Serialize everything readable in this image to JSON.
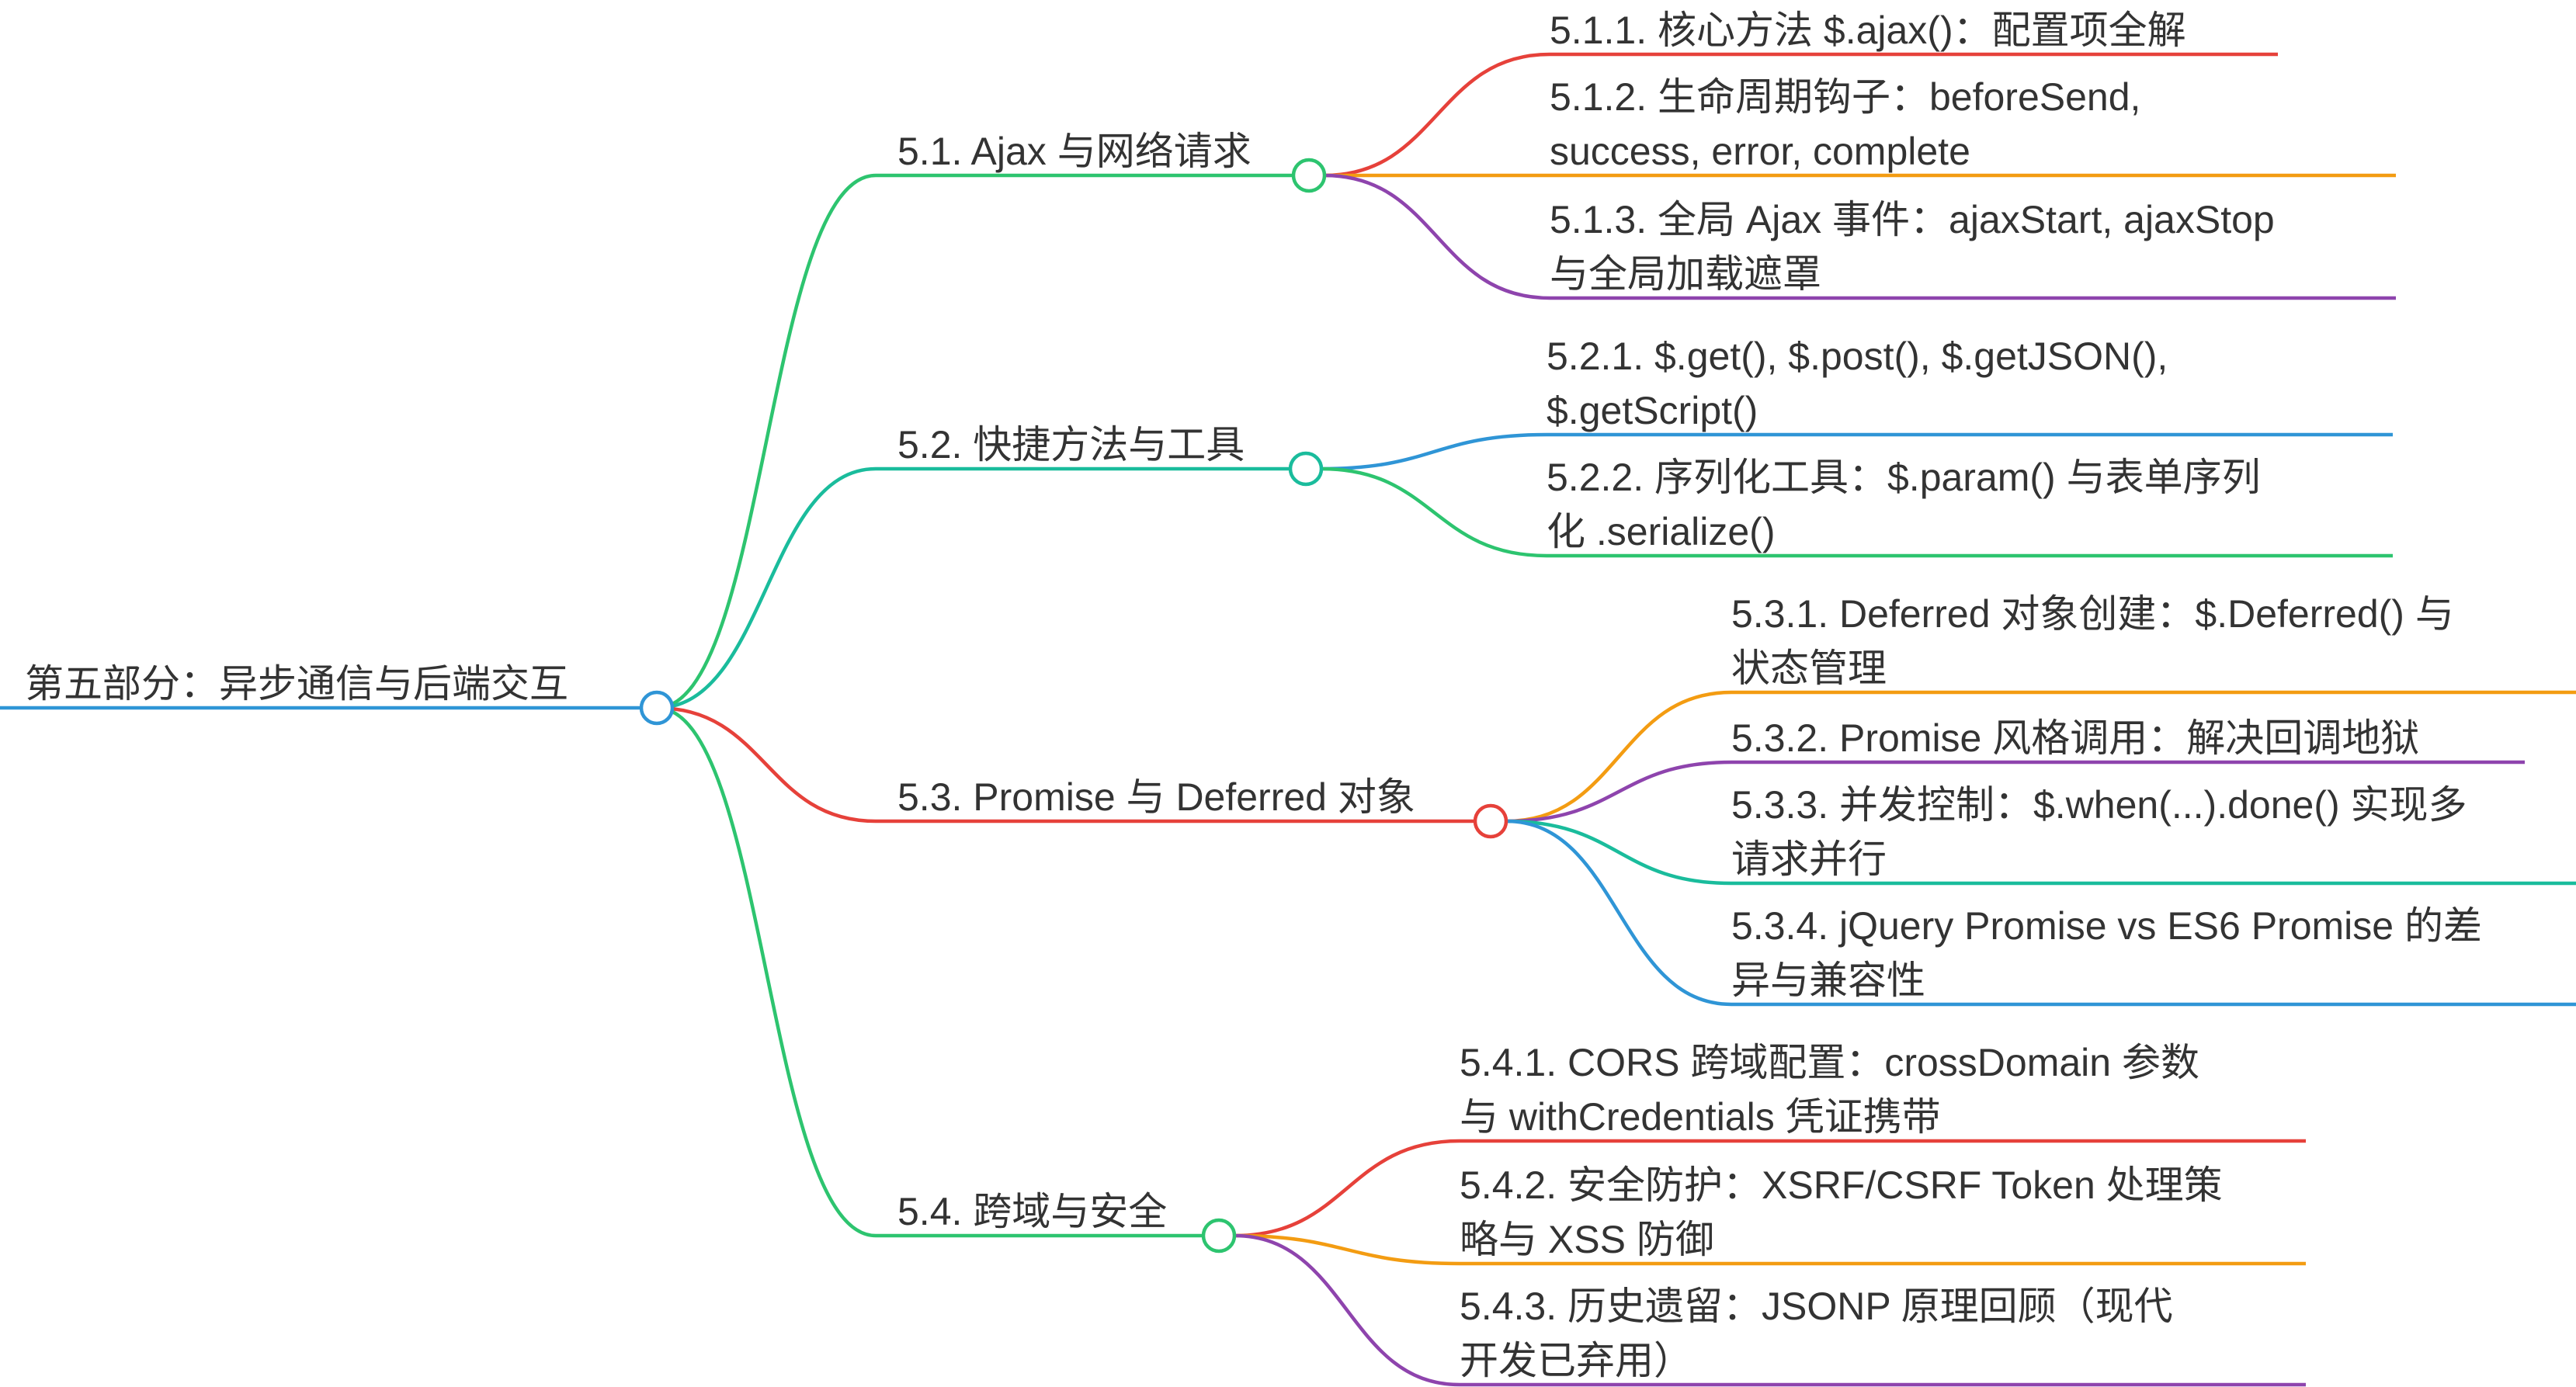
{
  "root": {
    "label": "第五部分：异步通信与后端交互",
    "color": "#2f95d6"
  },
  "branches": [
    {
      "label": "5.1. Ajax 与网络请求",
      "color": "#2dc46f",
      "children": [
        {
          "lines": [
            "5.1.1. 核心方法 $.ajax()：配置项全解"
          ],
          "color": "#e6413a"
        },
        {
          "lines": [
            "5.1.2. 生命周期钩子：beforeSend,",
            "success, error, complete"
          ],
          "color": "#f39c12"
        },
        {
          "lines": [
            "5.1.3. 全局 Ajax 事件：ajaxStart, ajaxStop",
            "与全局加载遮罩"
          ],
          "color": "#8e44ad"
        }
      ]
    },
    {
      "label": "5.2. 快捷方法与工具",
      "color": "#1abc9c",
      "children": [
        {
          "lines": [
            "5.2.1. $.get(), $.post(), $.getJSON(),",
            "$.getScript()"
          ],
          "color": "#2f95d6"
        },
        {
          "lines": [
            "5.2.2. 序列化工具：$.param() 与表单序列",
            "化 .serialize()"
          ],
          "color": "#2dc46f"
        }
      ]
    },
    {
      "label": "5.3. Promise 与 Deferred 对象",
      "color": "#e6413a",
      "children": [
        {
          "lines": [
            "5.3.1. Deferred 对象创建：$.Deferred() 与",
            "状态管理"
          ],
          "color": "#f39c12"
        },
        {
          "lines": [
            "5.3.2. Promise 风格调用：解决回调地狱"
          ],
          "color": "#8e44ad"
        },
        {
          "lines": [
            "5.3.3. 并发控制：$.when(...).done() 实现多",
            "请求并行"
          ],
          "color": "#1abc9c"
        },
        {
          "lines": [
            "5.3.4. jQuery Promise vs ES6 Promise 的差",
            "异与兼容性"
          ],
          "color": "#2f95d6"
        }
      ]
    },
    {
      "label": "5.4. 跨域与安全",
      "color": "#2dc46f",
      "children": [
        {
          "lines": [
            "5.4.1. CORS 跨域配置：crossDomain 参数",
            "与 withCredentials 凭证携带"
          ],
          "color": "#e6413a"
        },
        {
          "lines": [
            "5.4.2. 安全防护：XSRF/CSRF Token 处理策",
            "略与 XSS 防御"
          ],
          "color": "#f39c12"
        },
        {
          "lines": [
            "5.4.3. 历史遗留：JSONP 原理回顾（现代",
            "开发已弃用）"
          ],
          "color": "#8e44ad"
        }
      ]
    }
  ]
}
